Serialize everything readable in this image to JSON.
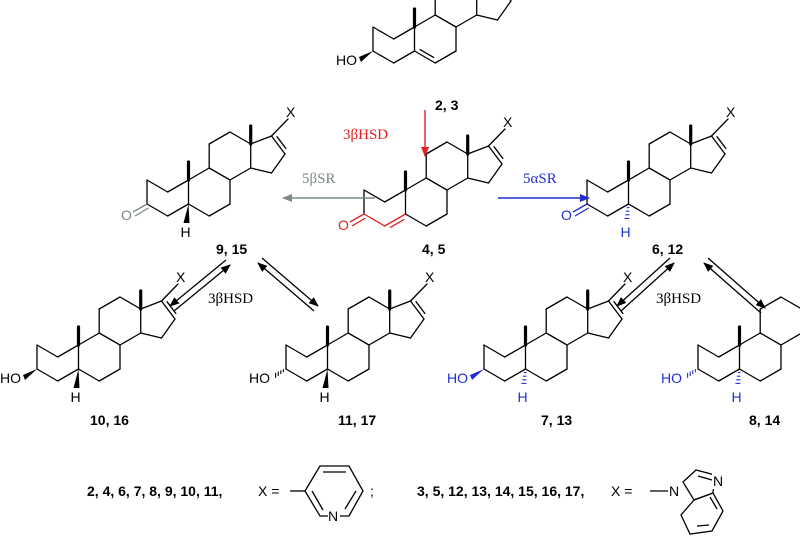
{
  "colors": {
    "black": "#000000",
    "red": "#e02020",
    "blue": "#1f2fd0",
    "gray": "#7a8a8a"
  },
  "substituent": "X",
  "atoms": {
    "ho": "HO",
    "o": "O",
    "h": "H",
    "n": "N"
  },
  "compounds": {
    "c_2_3": "2, 3",
    "c_4_5": "4, 5",
    "c_9_15": "9, 15",
    "c_6_12": "6, 12",
    "c_10_16": "10, 16",
    "c_11_17": "11, 17",
    "c_7_13": "7, 13",
    "c_8_14": "8, 14"
  },
  "enzymes": {
    "top": "3βHSD",
    "left": "5βSR",
    "right": "5αSR",
    "bottom_left": "3βHSD",
    "bottom_right": "3βHSD"
  },
  "legend": {
    "left_list": "2, 4, 6, 7, 8, 9, 10, 11,",
    "left_x": "X =",
    "separator": ";",
    "right_list": "3, 5, 12, 13, 14, 15, 16, 17,",
    "right_x": "X ="
  }
}
